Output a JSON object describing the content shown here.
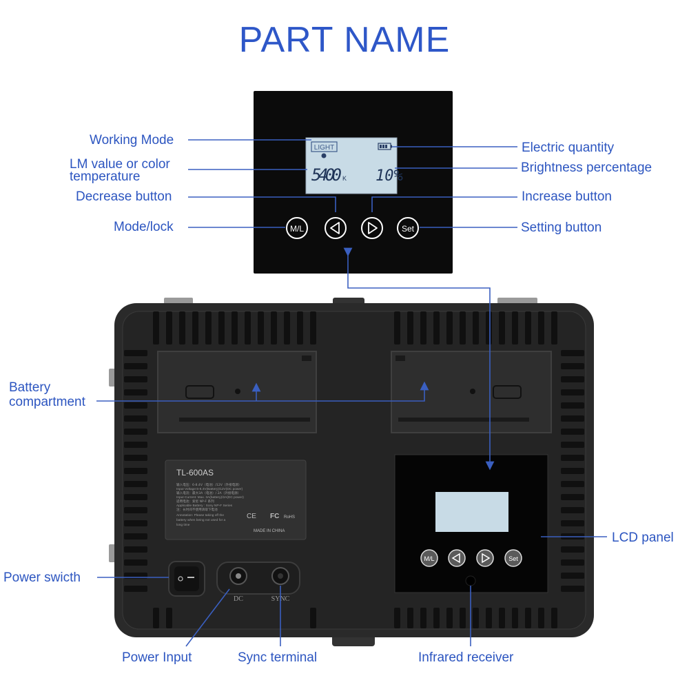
{
  "title": "PART NAME",
  "labels": {
    "working_mode": "Working Mode",
    "lm_value_line1": "LM value or color",
    "lm_value_line2": "temperature",
    "decrease_button": "Decrease button",
    "mode_lock": "Mode/lock",
    "electric_quantity": "Electric quantity",
    "brightness_percentage": "Brightness percentage",
    "increase_button": "Increase button",
    "setting_button": "Setting button",
    "battery_line1": "Battery",
    "battery_line2": "compartment",
    "lcd_panel": "LCD panel",
    "power_switch": "Power  swicth",
    "power_input": "Power Input",
    "sync_terminal": "Sync terminal",
    "infrared_receiver": "Infrared receiver"
  },
  "lcd": {
    "mode": "LIGHT",
    "value": "5400",
    "unit": "K",
    "brightness": "10%"
  },
  "buttons": {
    "ml": "M/L",
    "set": "Set"
  },
  "device": {
    "model": "TL-600AS",
    "made_in": "MADE IN CHINA",
    "dc": "DC",
    "sync": "SYNC",
    "ce": "CE",
    "fc": "FC",
    "rohs": "RoHS",
    "spec_lines": [
      "输入电压：6-8.4V（电池）/12V（外接电源）",
      "Input Voltage:6-8.4V(Battery)/12V(DC power)",
      "输入电流：最大3A（电池）/ 2A（外接电源）",
      "Input Current: Max. 3A(battery)/2A(DC power)",
      "适用电池：索尼 NP-F 系列",
      "Applicable Battery : Sony NP-F Series",
      "注：长时间不使用请取下电池",
      "Annotation: Please taking off the",
      "battery when being not used for a",
      "long time"
    ]
  },
  "colors": {
    "accent": "#2e57c8",
    "label": "#2c55c0",
    "leader": "#3a5fc0",
    "panel": "#0b0b0b",
    "body": "#2a2a2a",
    "lcd": "#c8dbe6"
  }
}
